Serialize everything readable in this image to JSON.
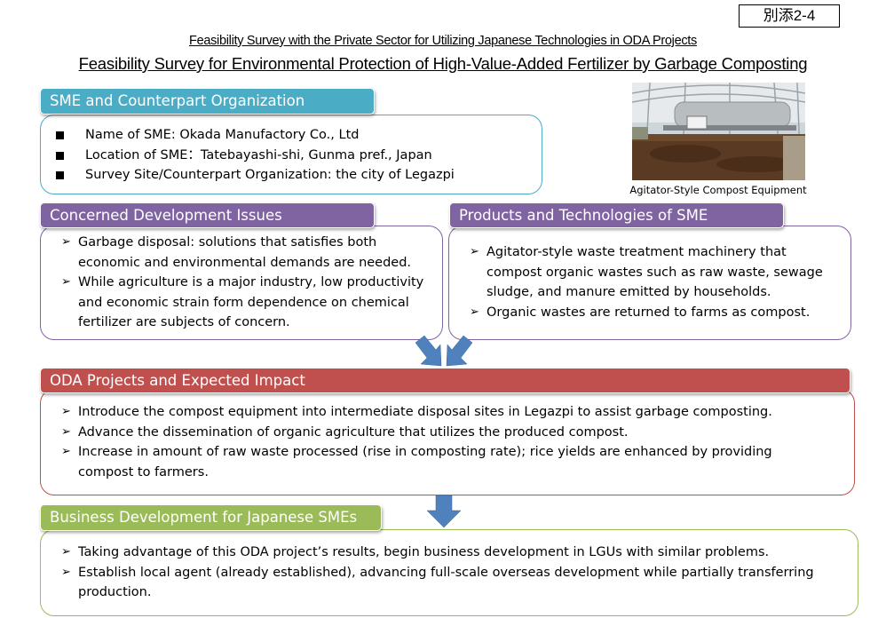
{
  "doc_tag": "別添2-4",
  "subtitle": "Feasibility Survey with the Private Sector for Utilizing Japanese Technologies in ODA Projects",
  "title": "Feasibility Survey for Environmental Protection of High-Value-Added Fertilizer by Garbage Composting",
  "colors": {
    "teal": "#4bacc6",
    "purple": "#8064a2",
    "red": "#c0504d",
    "green": "#9bbb59",
    "arrow_blue": "#4f81bd"
  },
  "sme": {
    "heading": "SME and Counterpart Organization",
    "items": [
      "Name of SME:  Okada Manufactory Co., Ltd",
      "Location of SME：Tatebayashi-shi, Gunma pref., Japan",
      "Survey Site/Counterpart Organization:  the city of Legazpi"
    ]
  },
  "photo": {
    "caption": "Agitator-Style Compost Equipment"
  },
  "issues": {
    "heading": "Concerned Development Issues",
    "bullet": "➢",
    "items": [
      "Garbage disposal: solutions that satisfies both economic and environmental demands are needed.",
      "While agriculture is a major industry, low productivity and economic strain form dependence on chemical fertilizer are subjects of concern."
    ]
  },
  "products": {
    "heading": "Products and Technologies of SME",
    "bullet": "➢",
    "items": [
      "Agitator-style waste treatment machinery that compost organic wastes such as raw waste, sewage sludge, and manure emitted by households.",
      "Organic wastes are returned to farms as compost."
    ]
  },
  "oda": {
    "heading": "ODA Projects and Expected Impact",
    "bullet": "➢",
    "items": [
      "Introduce the compost equipment into intermediate disposal sites in Legazpi to assist garbage composting.",
      "Advance the dissemination of organic agriculture that utilizes the produced compost.",
      "Increase in amount of raw waste processed (rise in composting rate); rice yields are enhanced by providing compost to farmers."
    ]
  },
  "business": {
    "heading": "Business Development for Japanese SMEs",
    "bullet": "➢",
    "items": [
      "Taking advantage of this ODA project’s results, begin business development in LGUs with similar problems.",
      "Establish local agent (already established), advancing full-scale overseas development while partially transferring production."
    ]
  }
}
